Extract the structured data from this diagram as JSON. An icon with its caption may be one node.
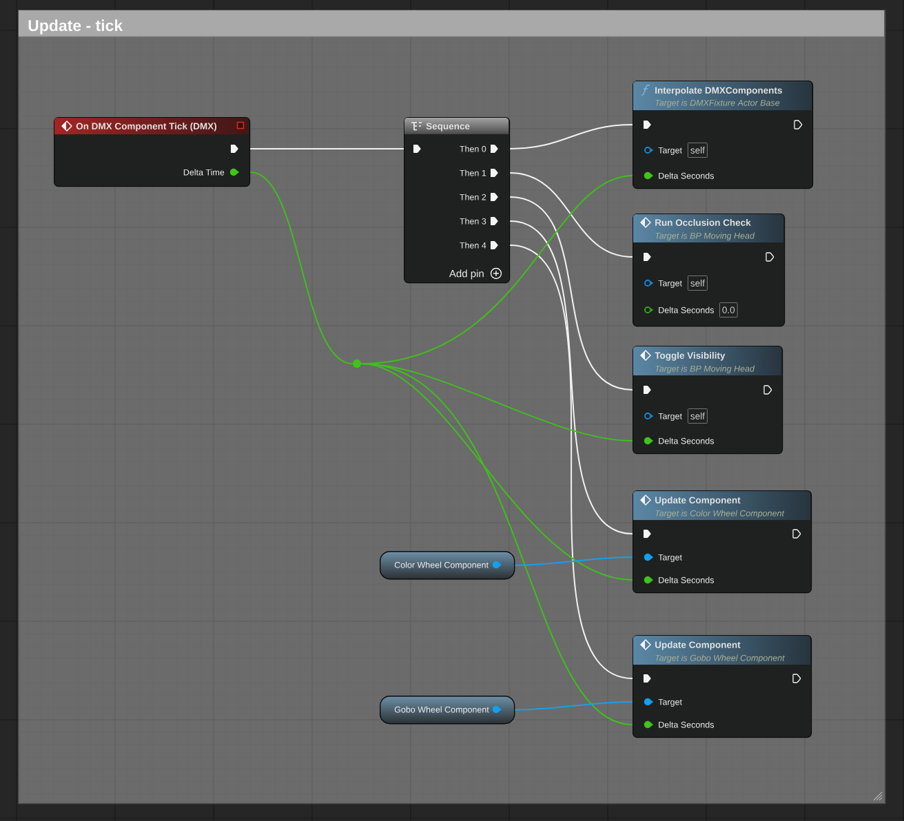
{
  "diagram": {
    "nodes": [
      {
        "text": [
          "Update - tick"
        ]
      },
      {
        "text": [
          "On DMX Component Tick (DMX)",
          "Delta Time"
        ],
        "in": 0
      },
      {
        "text": [
          "Sequence",
          "Then 0",
          "Then 1",
          "Then 2",
          "Then 3",
          "Then 4",
          "Add pin"
        ],
        "in": 0
      },
      {
        "text": [
          "Interpolate DMXComponents",
          "Target is DMXFixture Actor Base",
          "Target",
          "self",
          "Delta Seconds"
        ],
        "in": 0
      },
      {
        "text": [
          "Run Occlusion Check",
          "Target is BP Moving Head",
          "Target",
          "self",
          "Delta Seconds",
          "0.0"
        ],
        "in": 0
      },
      {
        "text": [
          "Toggle Visibility",
          "Target is BP Moving Head",
          "Target",
          "self",
          "Delta Seconds"
        ],
        "in": 0
      },
      {
        "text": [],
        "shape": "circle",
        "in": 0
      },
      {
        "text": [
          "Update Component",
          "Target is Color Wheel Component",
          "Target",
          "Delta Seconds"
        ],
        "in": 0
      },
      {
        "text": [
          "Color Wheel Component"
        ],
        "in": 0
      },
      {
        "text": [
          "Update Component",
          "Target is Gobo Wheel Component",
          "Target",
          "Delta Seconds"
        ],
        "in": 0
      },
      {
        "text": [
          "Gobo Wheel Component"
        ],
        "in": 0
      }
    ],
    "edges": [
      {
        "from": 1,
        "to": 2,
        "arrow": "none"
      },
      {
        "from": 2,
        "to": 3,
        "arrow": "none"
      },
      {
        "from": 2,
        "to": 4,
        "arrow": "none"
      },
      {
        "from": 2,
        "to": 5,
        "arrow": "none"
      },
      {
        "from": 2,
        "to": 7,
        "arrow": "none"
      },
      {
        "from": 2,
        "to": 9,
        "arrow": "none"
      },
      {
        "from": 1,
        "to": 6,
        "arrow": "none",
        "color": "#3fbf1c"
      },
      {
        "from": 6,
        "to": 3,
        "arrow": "none",
        "color": "#3fbf1c"
      },
      {
        "from": 6,
        "to": 5,
        "arrow": "none",
        "color": "#3fbf1c"
      },
      {
        "from": 6,
        "to": 7,
        "arrow": "none",
        "color": "#3fbf1c"
      },
      {
        "from": 6,
        "to": 9,
        "arrow": "none",
        "color": "#3fbf1c"
      },
      {
        "from": 8,
        "to": 7,
        "arrow": "none",
        "color": "#16a0ec"
      },
      {
        "from": 10,
        "to": 9,
        "arrow": "none",
        "color": "#16a0ec"
      }
    ]
  }
}
